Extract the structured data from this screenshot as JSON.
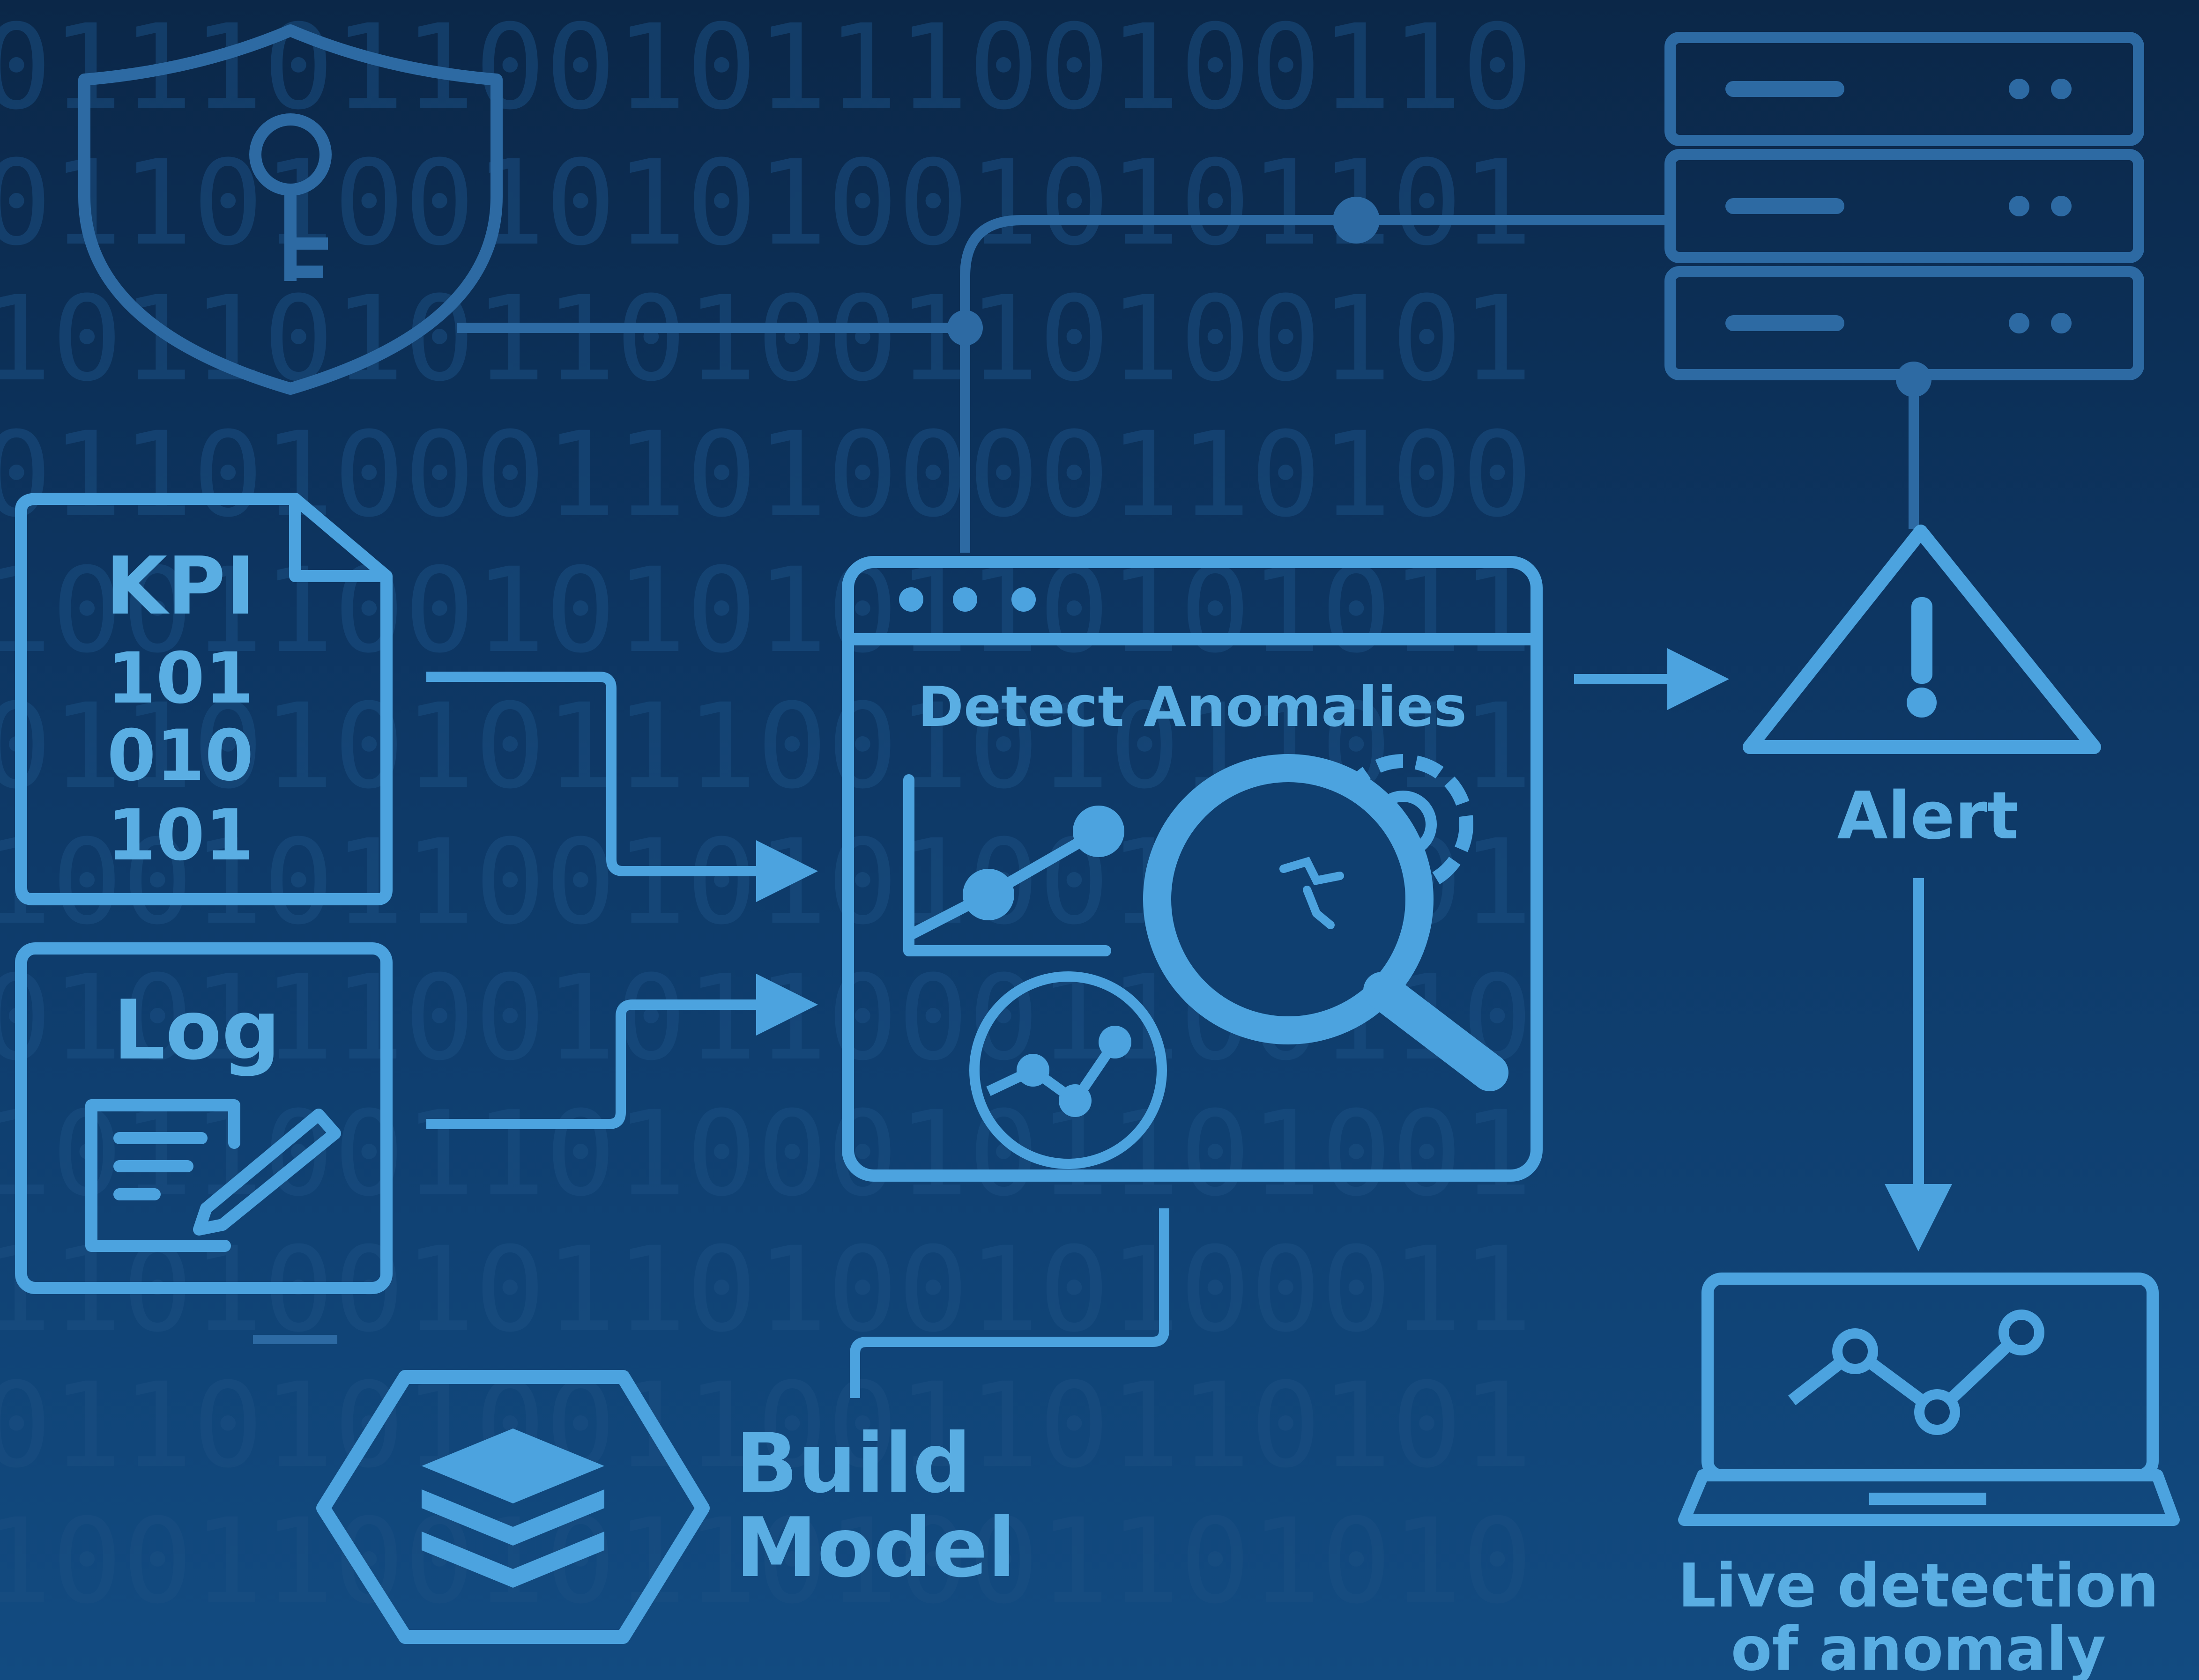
{
  "kpi_file": {
    "title": "KPI",
    "rows": [
      "101",
      "010",
      "101"
    ]
  },
  "log_file": {
    "title": "Log"
  },
  "detector": {
    "title": "Detect Anomalies"
  },
  "alert": {
    "label": "Alert"
  },
  "model": {
    "label_line1": "Build",
    "label_line2": "Model"
  },
  "live": {
    "label_line1": "Live detection",
    "label_line2": "of anomaly"
  },
  "background_binary": [
    "0111011001011100100110",
    "0110100101010010101101",
    "1011010110100110100101",
    "0110100011010000110100",
    "1001100101010110101011",
    "0110101011100101011011",
    "1001011001010100101101",
    "0101110010110001100110",
    "1011001101000101101001",
    "1101001011010010100011",
    "0110101001100110110101",
    "1001100101101001101010"
  ],
  "colors": {
    "accent": "#4ca3df",
    "line": "#3d8fce",
    "faint": "#2d6aa3",
    "background_top": "#0b2748",
    "background_bottom": "#124b81"
  }
}
